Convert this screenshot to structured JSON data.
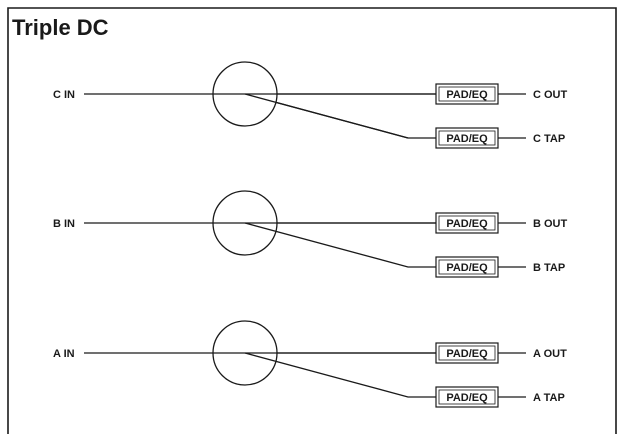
{
  "title": "Triple DC",
  "couplers": [
    {
      "input_label": "C IN",
      "main": {
        "block_label": "PAD/EQ",
        "output_label": "C OUT"
      },
      "tap": {
        "block_label": "PAD/EQ",
        "output_label": "C TAP"
      }
    },
    {
      "input_label": "B IN",
      "main": {
        "block_label": "PAD/EQ",
        "output_label": "B OUT"
      },
      "tap": {
        "block_label": "PAD/EQ",
        "output_label": "B TAP"
      }
    },
    {
      "input_label": "A IN",
      "main": {
        "block_label": "PAD/EQ",
        "output_label": "A OUT"
      },
      "tap": {
        "block_label": "PAD/EQ",
        "output_label": "A TAP"
      }
    }
  ]
}
